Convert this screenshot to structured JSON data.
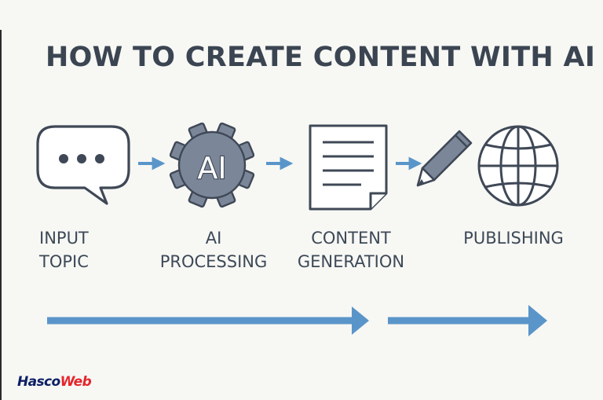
{
  "title": "HOW TO CREATE CONTENT WITH AI",
  "steps": [
    {
      "icon": "chat-bubble-icon",
      "line1": "INPUT",
      "line2": "TOPIC"
    },
    {
      "icon": "ai-gear-icon",
      "icon_text": "AI",
      "line1": "AI",
      "line2": "PROCESSING"
    },
    {
      "icon": "document-icon",
      "line1": "CONTENT",
      "line2": "GENERATION"
    },
    {
      "icon": "pencil-icon",
      "line1": "",
      "line2": ""
    },
    {
      "icon": "globe-icon",
      "line1": "PUBLISHING",
      "line2": ""
    }
  ],
  "brand": {
    "part_a": "Hasco",
    "part_b": "Web"
  },
  "colors": {
    "title": "#3b4552",
    "icon_stroke": "#3f4856",
    "gear_fill": "#7b8799",
    "pencil_fill": "#7b8799",
    "arrow_blue": "#5a95c9",
    "background": "#f7f7f4",
    "brand_navy": "#0d1f64",
    "brand_red": "#e5262d"
  }
}
